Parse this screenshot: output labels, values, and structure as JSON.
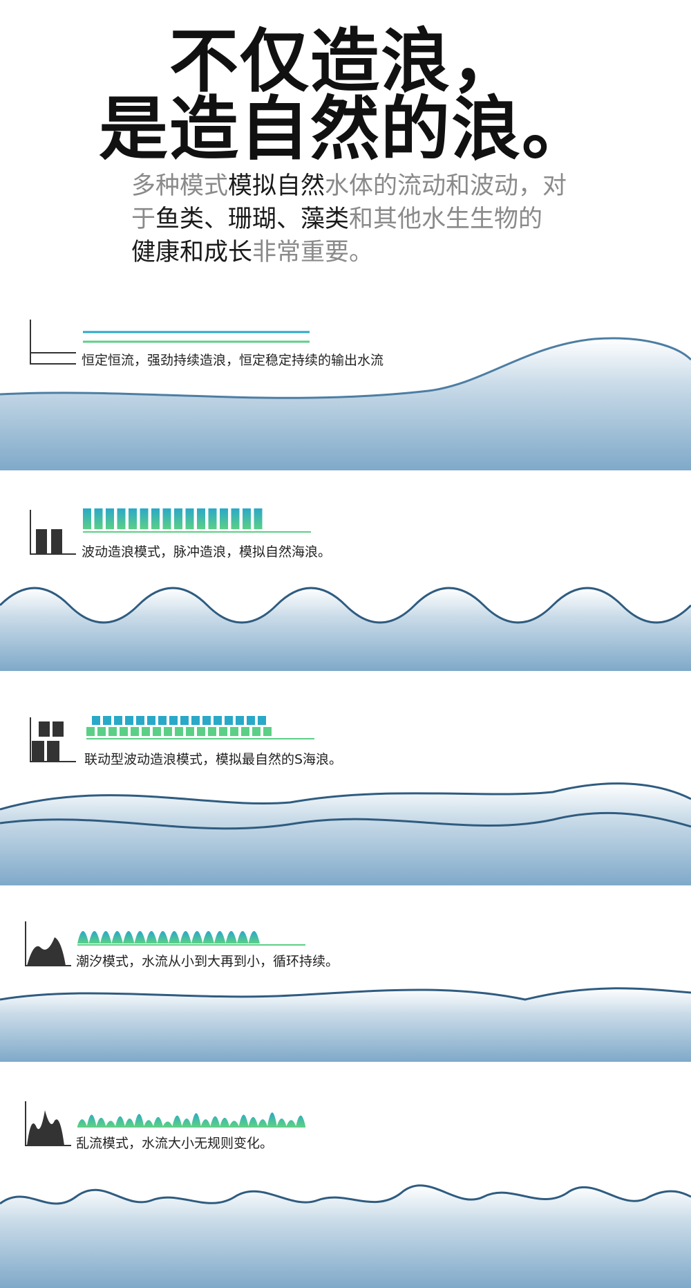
{
  "hero": {
    "title_line1": "不仅造浪，",
    "title_line2": "是造自然的浪。",
    "desc": [
      {
        "text": "多种模式",
        "hl": false
      },
      {
        "text": "模拟自然",
        "hl": true
      },
      {
        "text": "水体的流动和波动，对于",
        "hl": false
      },
      {
        "text": "鱼类、珊瑚、藻类",
        "hl": true
      },
      {
        "text": "和其他水生生物的",
        "hl": false
      },
      {
        "text": "健康和成长",
        "hl": true
      },
      {
        "text": "非常重要。",
        "hl": false
      }
    ]
  },
  "modes": [
    {
      "label": "恒定恒流，强劲持续造浪，恒定稳定持续的输出水流",
      "icon": "constant-flow-icon"
    },
    {
      "label": "波动造浪模式，脉冲造浪，模拟自然海浪。",
      "icon": "pulse-wave-icon"
    },
    {
      "label": "联动型波动造浪模式，模拟最自然的S海浪。",
      "icon": "linked-wave-icon"
    },
    {
      "label": "潮汐模式，水流从小到大再到小，循环持续。",
      "icon": "tide-icon"
    },
    {
      "label": "乱流模式，水流大小无规则变化。",
      "icon": "random-flow-icon"
    }
  ],
  "colors": {
    "accent_teal": "#2aa8c8",
    "accent_green": "#5ccf86",
    "icon_dark": "#333333",
    "water": "#7fa9c9"
  }
}
